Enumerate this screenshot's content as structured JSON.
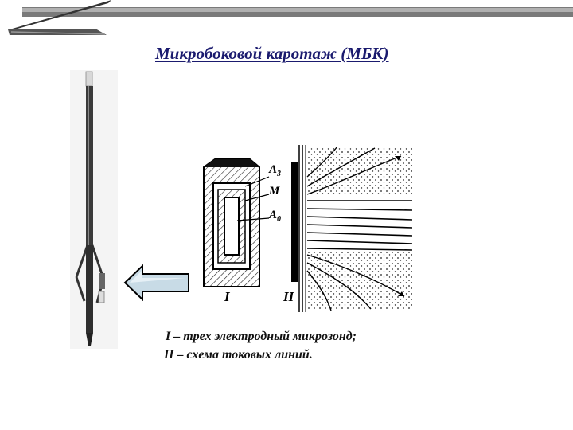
{
  "title": "Микробоковой каротаж (МБК)",
  "diagram": {
    "labels": {
      "a3_main": "A",
      "a3_sub": "3",
      "m": "M",
      "a0_main": "A",
      "a0_sub": "0",
      "part1": "I",
      "part2": "II"
    }
  },
  "captions": {
    "line1": "I – трех электродный микрозонд;",
    "line2": "II – схема токовых линий."
  }
}
